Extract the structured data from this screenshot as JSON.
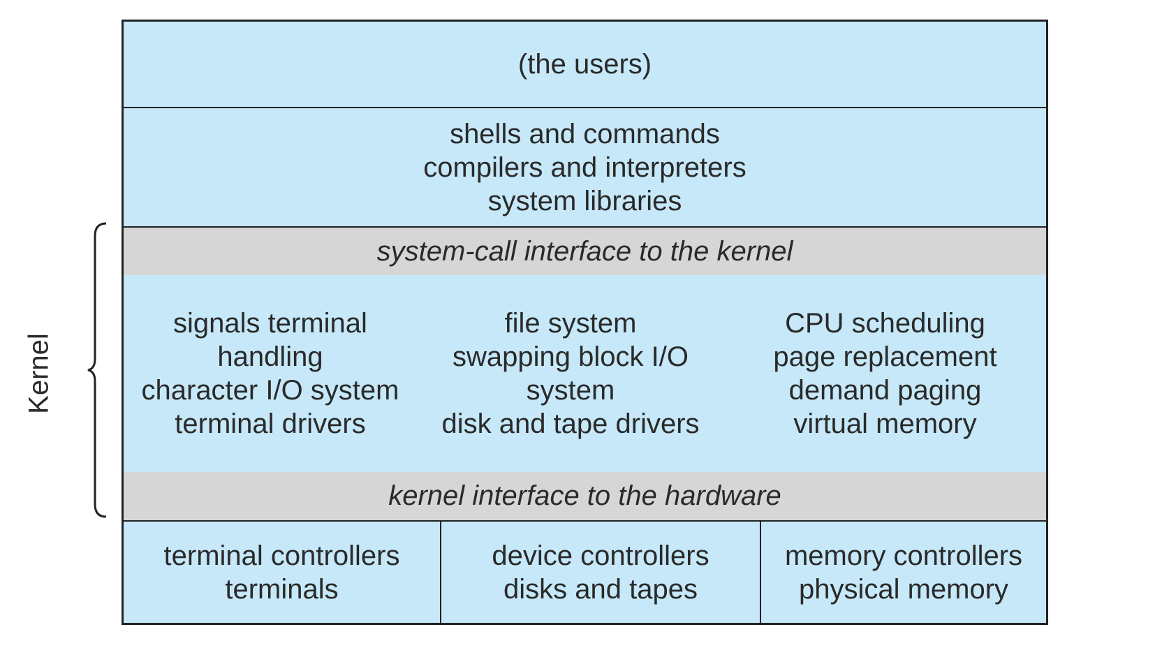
{
  "side_label": "Kernel",
  "layers": {
    "users": "(the users)",
    "shells": [
      "shells and commands",
      "compilers and interpreters",
      "system libraries"
    ],
    "syscall_interface": "system-call interface to the kernel",
    "kernel_columns": [
      [
        "signals terminal",
        "handling",
        "character I/O system",
        "terminal drivers"
      ],
      [
        "file system",
        "swapping block I/O",
        "system",
        "disk and tape drivers"
      ],
      [
        "CPU scheduling",
        "page replacement",
        "demand paging",
        "virtual memory"
      ]
    ],
    "hardware_interface": "kernel interface to the hardware",
    "controllers": [
      [
        "terminal controllers",
        "terminals"
      ],
      [
        "device controllers",
        "disks and tapes"
      ],
      [
        "memory controllers",
        "physical memory"
      ]
    ]
  },
  "colors": {
    "box_fill": "#c6e8f8",
    "interface_fill": "#d6d6d6",
    "border": "#222222",
    "text": "#2a2a2a"
  }
}
